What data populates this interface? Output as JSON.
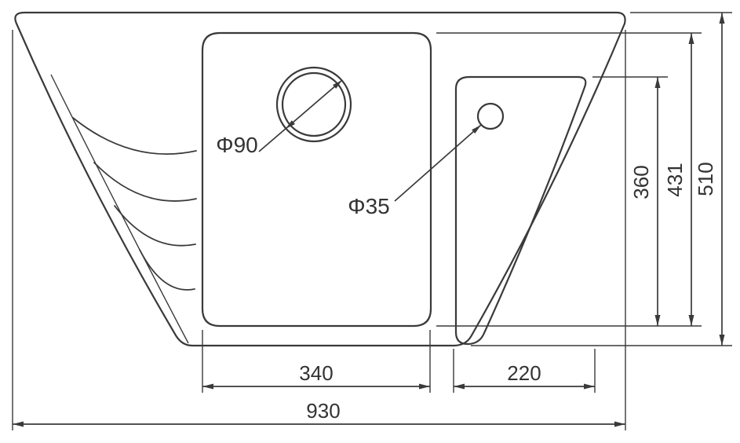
{
  "drawing": {
    "labels": {
      "drain_diameter": "Φ90",
      "tap_hole_diameter": "Φ35",
      "main_bowl_width": "340",
      "side_bowl_width": "220",
      "overall_width": "930",
      "side_bowl_length": "360",
      "main_bowl_length": "431",
      "overall_depth": "510"
    },
    "style": {
      "line_color": "#3a3a3a",
      "background": "#ffffff"
    }
  }
}
